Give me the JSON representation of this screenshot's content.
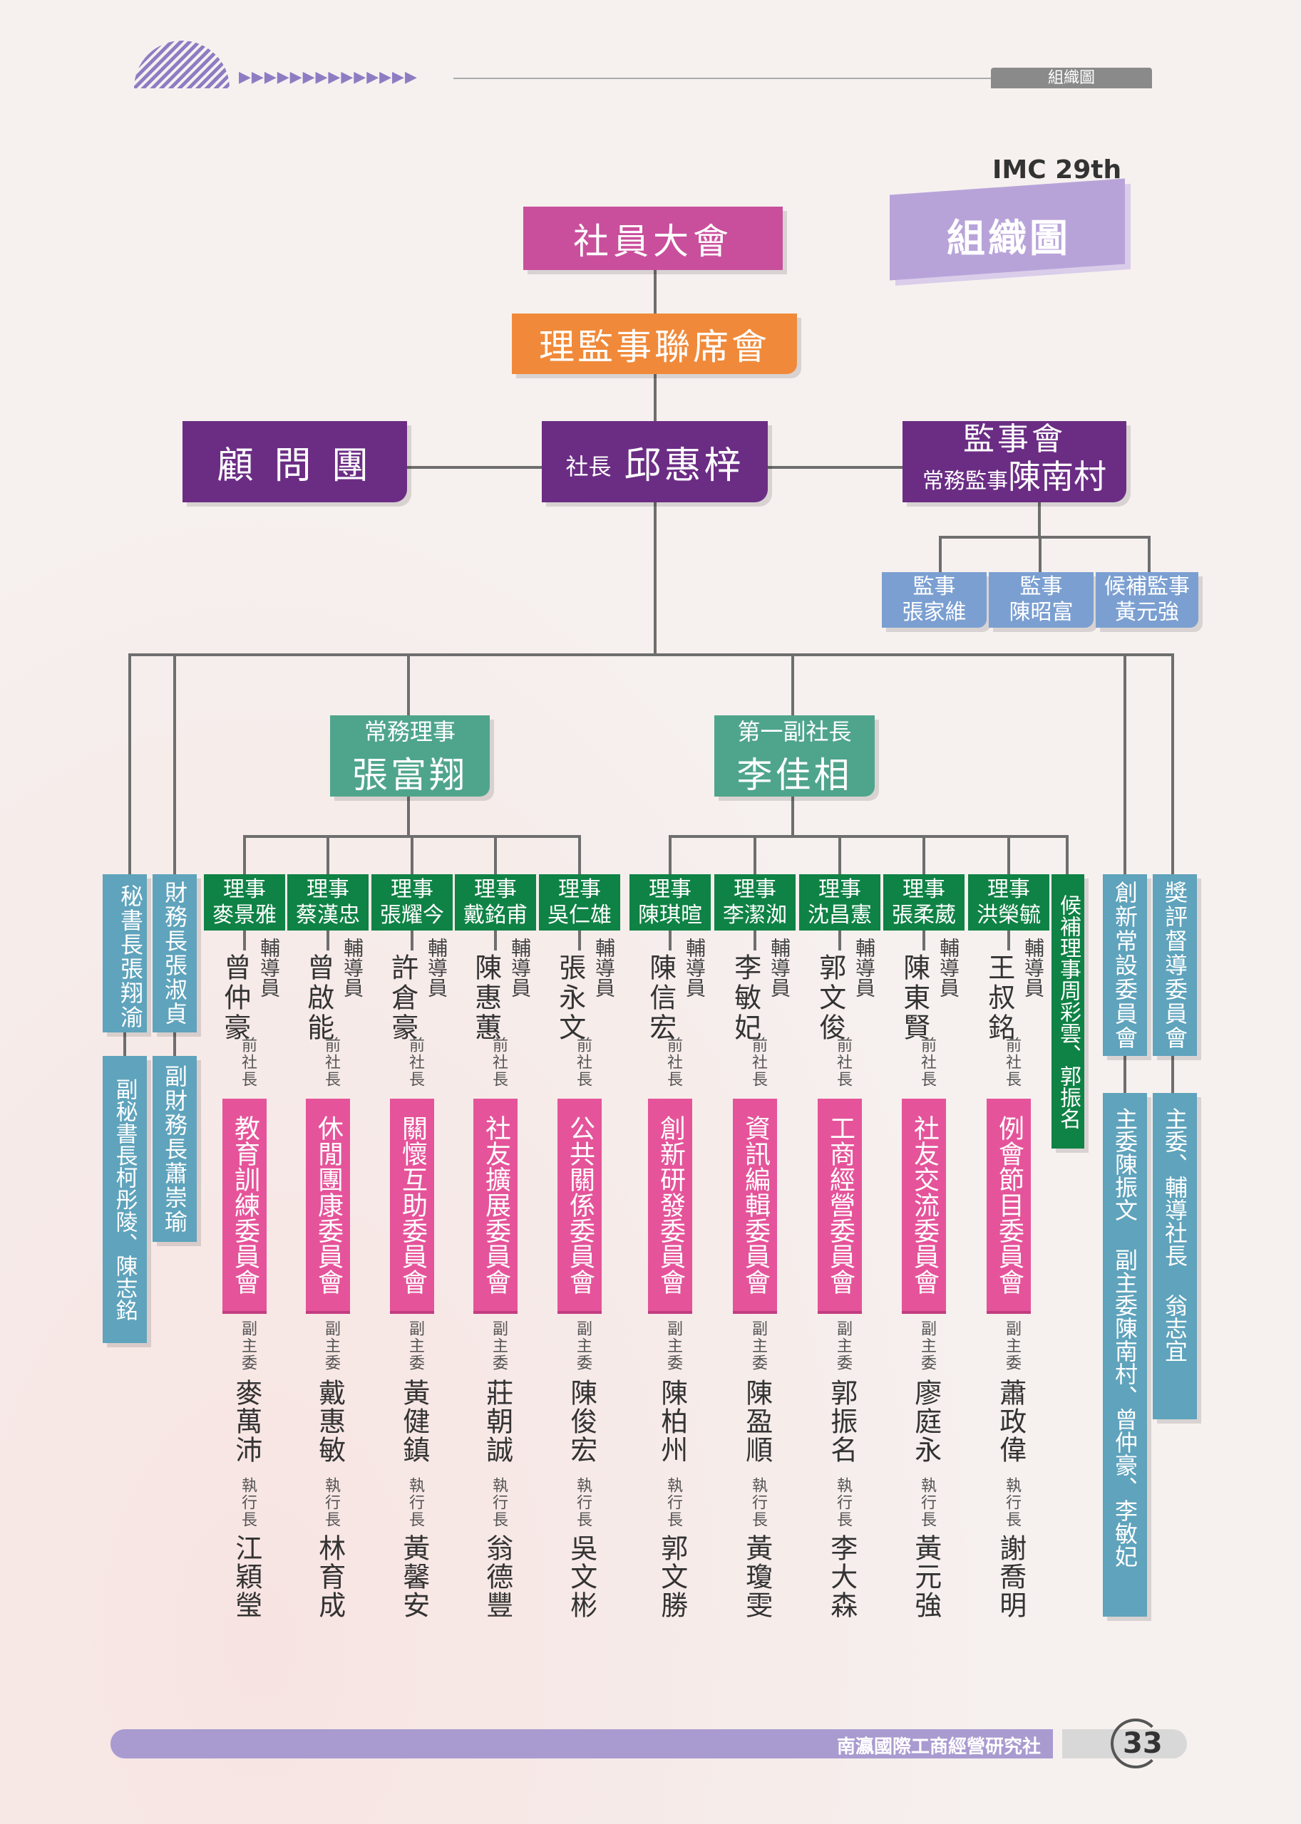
{
  "header": {
    "section_tab": "組織圖",
    "edition": "IMC 29th",
    "ribbon_title": "組織圖"
  },
  "top": {
    "general_assembly": "社員大會",
    "joint_board": "理監事聯席會",
    "advisory_group": "顧 問 團",
    "president_title": "社長",
    "president_name": "邱惠梓",
    "supervisors_board": "監事會",
    "standing_supervisor_title": "常務監事",
    "standing_supervisor_name": "陳南村",
    "supervisors": [
      {
        "title": "監事",
        "name": "張家維"
      },
      {
        "title": "監事",
        "name": "陳昭富"
      },
      {
        "title": "候補監事",
        "name": "黃元強"
      }
    ]
  },
  "officers": {
    "secretary": "秘書長張翔渝",
    "deputy_secretary": "副秘書長柯彤陵、陳志銘",
    "treasurer": "財務長張淑貞",
    "deputy_treasurer": "副財務長蕭崇瑜",
    "standing_director_title": "常務理事",
    "standing_director_name": "張富翔",
    "first_vp_title": "第一副社長",
    "first_vp_name": "李佳相",
    "alternate_directors": "候補理事周彩雲、郭振名",
    "innovation_committee": "創新常設委員會",
    "innovation_members": "主委陳振文 副主委陳南村、曾仲豪、李敏妃",
    "review_committee": "獎評督導委員會",
    "review_members": "主委、輔導社長 翁志宜"
  },
  "labels": {
    "director": "理事",
    "advisor": "輔導員",
    "past_president": "前社長",
    "vice_chair": "副主委",
    "ceo": "執行長"
  },
  "columns": [
    {
      "director": "麥景雅",
      "advisor": "曾仲豪",
      "committee": "教育訓練委員會",
      "vice_chair": "麥萬沛",
      "ceo": "江穎瑩"
    },
    {
      "director": "蔡漢忠",
      "advisor": "曾啟能",
      "committee": "休閒團康委員會",
      "vice_chair": "戴惠敏",
      "ceo": "林育成"
    },
    {
      "director": "張耀今",
      "advisor": "許倉豪",
      "committee": "關懷互助委員會",
      "vice_chair": "黃健鎮",
      "ceo": "黃馨安"
    },
    {
      "director": "戴銘甫",
      "advisor": "陳惠蕙",
      "committee": "社友擴展委員會",
      "vice_chair": "莊朝誠",
      "ceo": "翁德豐"
    },
    {
      "director": "吳仁雄",
      "advisor": "張永文",
      "committee": "公共關係委員會",
      "vice_chair": "陳俊宏",
      "ceo": "吳文彬"
    },
    {
      "director": "陳琪暄",
      "advisor": "陳信宏",
      "committee": "創新研發委員會",
      "vice_chair": "陳柏州",
      "ceo": "郭文勝"
    },
    {
      "director": "李潔洳",
      "advisor": "李敏妃",
      "committee": "資訊編輯委員會",
      "vice_chair": "陳盈順",
      "ceo": "黃瓊雯"
    },
    {
      "director": "沈昌憲",
      "advisor": "郭文俊",
      "committee": "工商經營委員會",
      "vice_chair": "郭振名",
      "ceo": "李大森"
    },
    {
      "director": "張柔葳",
      "advisor": "陳東賢",
      "committee": "社友交流委員會",
      "vice_chair": "廖庭永",
      "ceo": "黃元強"
    },
    {
      "director": "洪榮毓",
      "advisor": "王叔銘",
      "committee": "例會節目委員會",
      "vice_chair": "蕭政偉",
      "ceo": "謝喬明"
    }
  ],
  "footer": {
    "org_name": "南瀛國際工商經營研究社",
    "page_number": "33"
  },
  "colors": {
    "magenta": "#c94f9c",
    "orange": "#f08a3a",
    "purple": "#6b2d84",
    "teal": "#4fa58c",
    "green": "#0f8245",
    "blue": "#5fa3bc",
    "pink": "#e5549a",
    "lavender": "#a99bd0"
  }
}
